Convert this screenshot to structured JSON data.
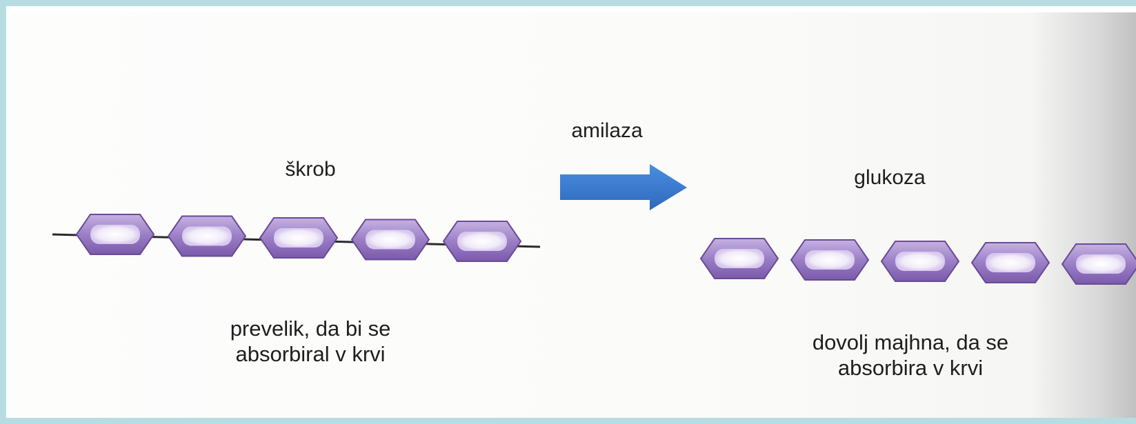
{
  "diagram": {
    "starch_title": "škrob",
    "enzyme_label": "amilaza",
    "glucose_title": "glukoza",
    "starch_caption_line1": "prevelik, da bi se",
    "starch_caption_line2": "absorbiral v krvi",
    "glucose_caption_line1": "dovolj majhna, da se",
    "glucose_caption_line2": "absorbira v krvi",
    "starch_units": 5,
    "glucose_units": 5
  },
  "colors": {
    "arrow": "#3a78cc",
    "unit_fill": "#9b7fc6",
    "unit_edge": "#6a4a96",
    "unit_highlight": "#f4eefb",
    "chain_line": "#2a2a2a"
  }
}
